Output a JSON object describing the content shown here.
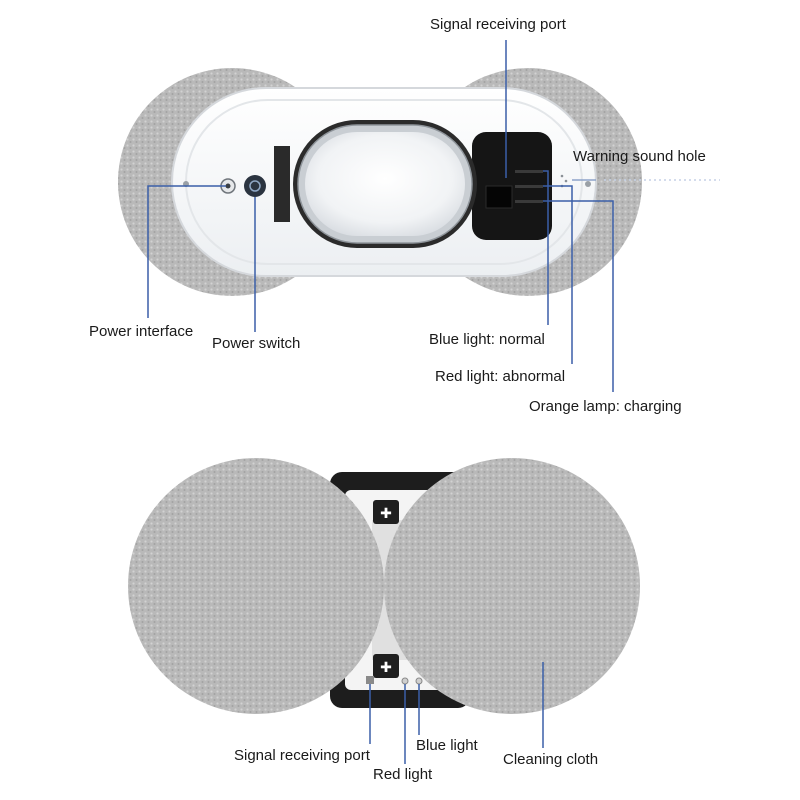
{
  "labels": {
    "top": {
      "signal_port": "Signal receiving port",
      "warning_hole": "Warning sound hole",
      "power_interface": "Power interface",
      "power_switch": "Power switch",
      "blue_light": "Blue light: normal",
      "red_light": "Red light: abnormal",
      "orange_lamp": "Orange lamp: charging"
    },
    "bottom": {
      "signal_port": "Signal receiving port",
      "blue_light": "Blue light",
      "red_light": "Red light",
      "cleaning_cloth": "Cleaning cloth"
    }
  },
  "colors": {
    "leader_line": "#3b5fa8",
    "pad": "#b7b7b7",
    "body": "#ffffff",
    "panel": "#151515"
  }
}
